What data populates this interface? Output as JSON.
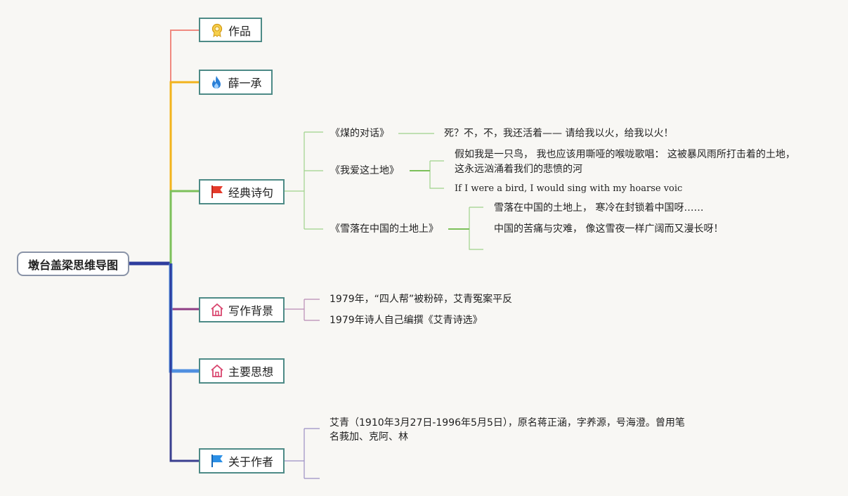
{
  "root": {
    "label": "墩台盖梁思维导图"
  },
  "branches": [
    {
      "label": "作品",
      "icon": "ribbon-award-icon",
      "color": "#f08a80"
    },
    {
      "label": "薛一承",
      "icon": "flame-icon",
      "color": "#f2b31c"
    },
    {
      "label": "经典诗句",
      "icon": "red-flag-icon",
      "color": "#7cc05a"
    },
    {
      "label": "写作背景",
      "icon": "house-icon",
      "color": "#8e3d84"
    },
    {
      "label": "主要思想",
      "icon": "house-icon",
      "color": "#4f8fe0"
    },
    {
      "label": "关于作者",
      "icon": "blue-flag-icon",
      "color": "#3a3f8f"
    }
  ],
  "poems": [
    {
      "title": "《煤的对话》",
      "lines": [
        "死？不，不，我还活着—— 请给我以火，给我以火！"
      ]
    },
    {
      "title": "《我爱这土地》",
      "lines": [
        "假如我是一只鸟， 我也应该用嘶哑的喉咙歌唱： 这被暴风雨所打击着的土地，",
        "这永远汹涌着我们的悲愤的河",
        "If I were a bird, I would sing with my hoarse voic"
      ]
    },
    {
      "title": "《雪落在中国的土地上》",
      "lines": [
        "雪落在中国的土地上， 寒冷在封锁着中国呀……",
        "中国的苦痛与灾难， 像这雪夜一样广阔而又漫长呀！"
      ]
    }
  ],
  "background_items": [
    "1979年，“四人帮”被粉碎，艾青冤案平反",
    "1979年诗人自己编撰《艾青诗选》"
  ],
  "author_lines": [
    "艾青（1910年3月27日-1996年5月5日），原名蒋正涵，字养源，号海澄。曾用笔",
    "名莪加、克阿、林"
  ]
}
